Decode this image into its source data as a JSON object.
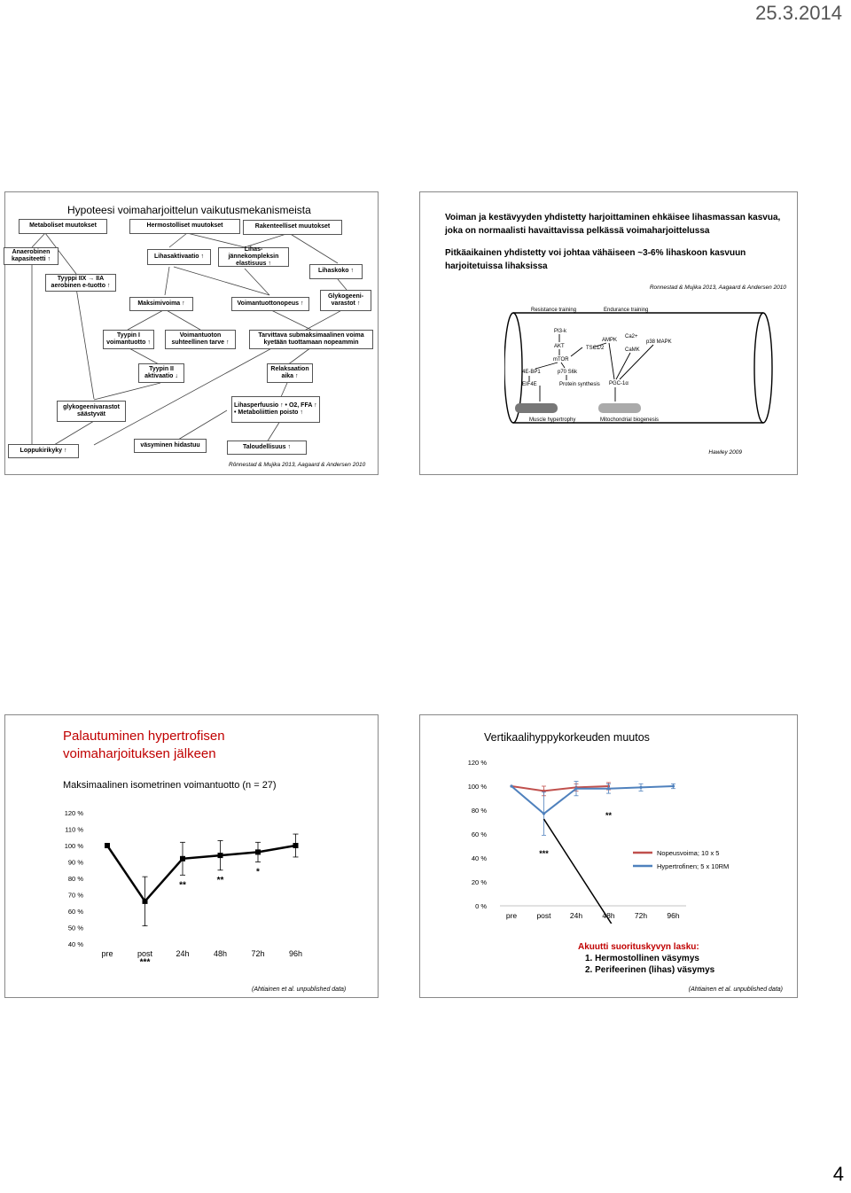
{
  "header": {
    "date": "25.3.2014"
  },
  "page_number": "4",
  "slide1": {
    "title": "Hypoteesi voimaharjoittelun vaikutusmekanismeista",
    "boxes": {
      "metaboliset": "Metaboliset muutokset",
      "hermostolliset": "Hermostolliset muutokset",
      "rakenteelliset": "Rakenteelliset muutokset",
      "anaerobinen": "Anaerobinen kapasiteetti ↑",
      "tyyppi": "Tyyppi IIX → IIA aerobinen e-tuotto ↑",
      "lihasaktivaatio": "Lihasaktivaatio ↑",
      "lihasjanne": "Lihas-jännekompleksin elastisuus ↑",
      "lihaskoko": "Lihaskoko ↑",
      "maksimivoima": "Maksimivoima ↑",
      "voimantuottonopeus": "Voimantuottonopeus ↑",
      "glykogeeni": "Glykogeeni-varastot ↑",
      "tyypinI": "Tyypin I voimantuotto ↑",
      "suhteellinen": "Voimantuoton suhteellinen tarve ↑",
      "tarvittava": "Tarvittava submaksimaalinen voima kyetään tuottamaan nopeammin",
      "tyypinII": "Tyypin II aktivaatio ↓",
      "relaksaatio": "Relaksaation aika ↑",
      "glykosaastyvat": "glykogeenivarastot säästyvät",
      "lihasperfuusio": "Lihasperfuusio ↑ • O2, FFA ↑ • Metaboliittien poisto ↑",
      "loppukiri": "Loppukirikyky ↑",
      "vasyminen": "väsyminen hidastuu",
      "taloudellisuus": "Taloudellisuus ↑"
    },
    "reference": "Rönnestad & Mujika 2013, Aagaard & Andersen 2010"
  },
  "slide2": {
    "title": "Voiman ja kestävyyden yhdistetty harjoittaminen ehkäisee lihasmassan kasvua, joka on normaalisti havaittavissa pelkässä voimaharjoittelussa",
    "text": "Pitkäaikainen yhdistetty voi johtaa vähäiseen ~3-6% lihaskoon kasvuun harjoitetuissa lihaksissa",
    "reference": "Ronnestad & Mujika 2013, Aagaard & Andersen 2010",
    "figure_labels": {
      "resistance": "Resistance training",
      "endurance": "Endurance training",
      "pi3k": "PI3-k",
      "akt": "AKT",
      "tsc": "TSC1/2",
      "mtor": "mTOR",
      "bp1": "4E-BP1",
      "eif": "EIF4E",
      "s6k": "p70 S6k",
      "protein": "Protein synthesis",
      "ampk": "AMPK",
      "ca": "Ca2+",
      "camk": "CaMK",
      "p38": "p38 MAPK",
      "pgc": "PGC-1α",
      "hyper": "Muscle hypertrophy",
      "mito": "Mitochondrial biogenesis"
    },
    "figure_credit": "Hawley 2009"
  },
  "slide3": {
    "title_line1": "Palautuminen hypertrofisen",
    "title_line2": "voimaharjoituksen jälkeen",
    "subtitle": "Maksimaalinen isometrinen voimantuotto (n = 27)",
    "reference": "(Ahtiainen et al. unpublished data)",
    "chart_data": {
      "type": "line",
      "categories": [
        "pre",
        "post",
        "24h",
        "48h",
        "72h",
        "96h"
      ],
      "values": [
        100,
        66,
        92,
        94,
        96,
        100
      ],
      "errors": [
        0,
        15,
        10,
        9,
        6,
        7
      ],
      "significance": [
        "",
        "***",
        "**",
        "**",
        "*",
        ""
      ],
      "ylim": [
        40,
        120
      ],
      "yticks": [
        "40 %",
        "50 %",
        "60 %",
        "70 %",
        "80 %",
        "90 %",
        "100 %",
        "110 %",
        "120 %"
      ],
      "color": "#000000"
    }
  },
  "slide4": {
    "title": "Vertikaalihyppykorkeuden muutos",
    "reference": "(Ahtiainen et al. unpublished data)",
    "note_title": "Akuutti suorituskyvyn lasku:",
    "note_items": [
      "1. Hermostollinen väsymys",
      "2. Perifeerinen (lihas) väsymys"
    ],
    "chart_data": {
      "type": "line",
      "categories": [
        "pre",
        "post",
        "24h",
        "48h",
        "72h",
        "96h"
      ],
      "ylim": [
        0,
        120
      ],
      "yticks": [
        "0 %",
        "20 %",
        "40 %",
        "60 %",
        "80 %",
        "100 %",
        "120 %"
      ],
      "series": [
        {
          "name": "Nopeusvoima; 10 x 5",
          "values": [
            100,
            96,
            99,
            100
          ],
          "errors": [
            0,
            4,
            3,
            3
          ],
          "color": "#c0504d"
        },
        {
          "name": "Hypertrofinen; 5 x 10RM",
          "values": [
            100,
            77,
            98,
            98,
            99,
            100
          ],
          "errors": [
            0,
            18,
            6,
            4,
            3,
            2
          ],
          "color": "#4f81bd"
        }
      ],
      "annotations": [
        "***",
        "**"
      ]
    }
  }
}
